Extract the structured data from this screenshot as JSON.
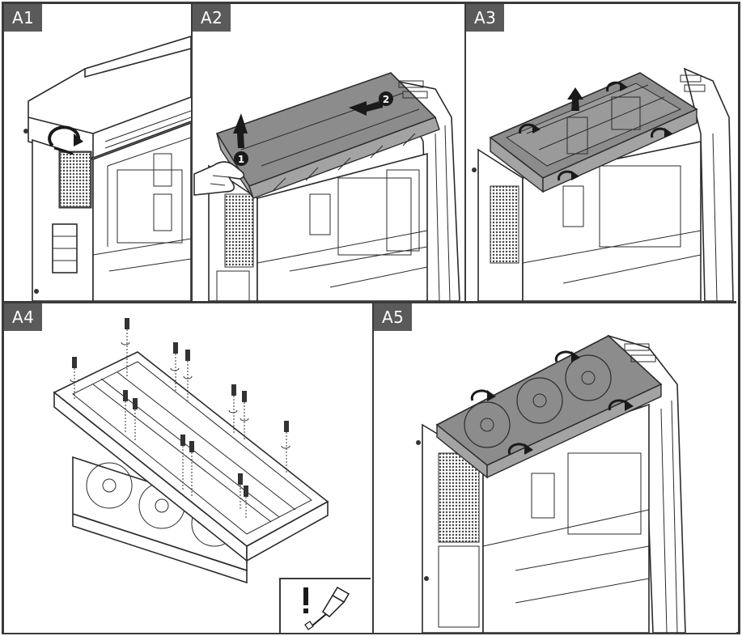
{
  "panels": [
    {
      "id": "A1",
      "label": "A1"
    },
    {
      "id": "A2",
      "label": "A2"
    },
    {
      "id": "A3",
      "label": "A3"
    },
    {
      "id": "A4",
      "label": "A4"
    },
    {
      "id": "A5",
      "label": "A5"
    }
  ],
  "steps": {
    "one": "1",
    "two": "2"
  },
  "icons": {
    "rotate": "rotate-arrow-icon",
    "lift": "up-arrow-icon",
    "slide": "left-arrow-icon",
    "hand": "hand-icon",
    "warning": "exclamation-icon",
    "screwdriver": "screwdriver-icon"
  },
  "colors": {
    "frame": "#3a3a3a",
    "tag": "#5a5a5a",
    "highlight": "#8c8c8c"
  }
}
